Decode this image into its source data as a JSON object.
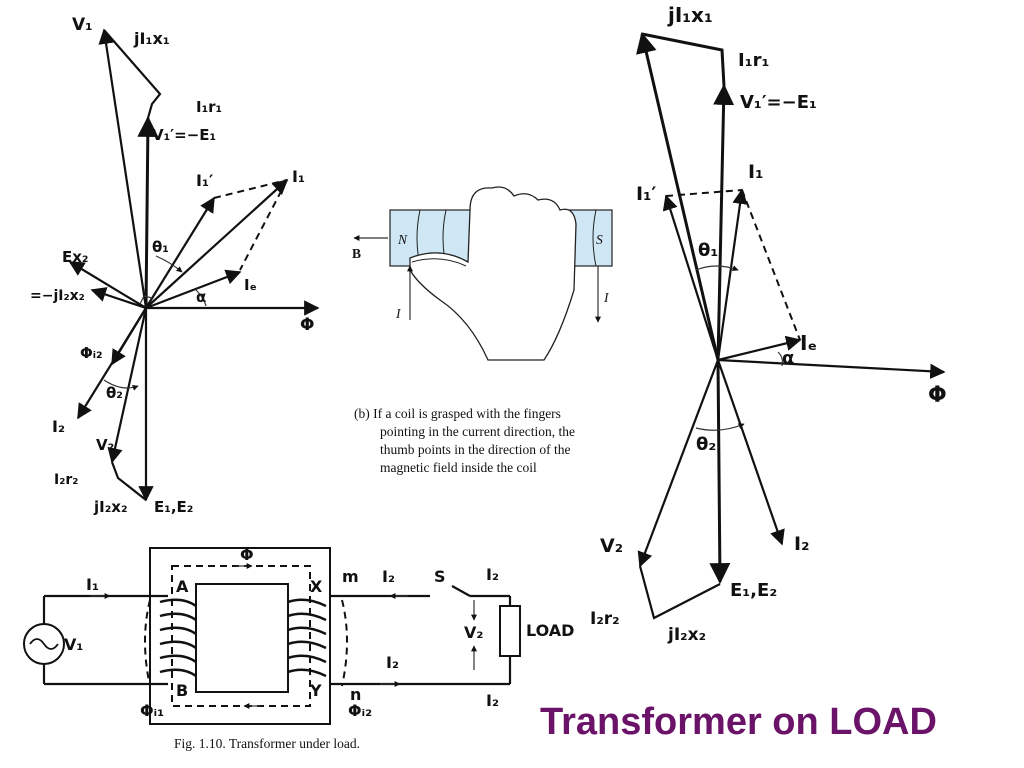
{
  "title": "Transformer on LOAD",
  "left_phasor": {
    "v1": "V₁",
    "jI1x1": "jI₁x₁",
    "I1r1": "I₁r₁",
    "v1p": "V₁′=−E₁",
    "I1p": "I₁′",
    "I1": "I₁",
    "theta1": "θ₁",
    "ex2": "Ex₂",
    "mjI2x2": "=−jI₂x₂",
    "alpha": "α",
    "Ie": "Iₑ",
    "phi": "Φ",
    "phiI2": "Φᵢ₂",
    "theta2": "θ₂",
    "I2": "I₂",
    "v2": "V₂",
    "I2r2": "I₂r₂",
    "jI2x2": "jI₂x₂",
    "E1E2": "E₁,E₂"
  },
  "right_phasor": {
    "jI1x1": "jI₁x₁",
    "I1r1": "I₁r₁",
    "v1p": "V₁′=−E₁",
    "I1": "I₁",
    "I1p": "I₁′",
    "theta1": "θ₁",
    "Ie": "Iₑ",
    "alpha": "α",
    "phi": "Φ",
    "theta2": "θ₂",
    "I2": "I₂",
    "v2": "V₂",
    "E1E2": "E₁,E₂",
    "I2r2": "I₂r₂",
    "jI2x2": "jI₂x₂"
  },
  "coil": {
    "n": "N",
    "s": "S",
    "b": "B",
    "i_left": "I",
    "i_right": "I",
    "caption_lines": [
      "(b) If a coil is grasped with the fingers",
      "pointing in the current direction, the",
      "thumb points in the direction of the",
      "magnetic field inside the coil"
    ]
  },
  "circuit": {
    "i1": "I₁",
    "phi": "Φ",
    "a": "A",
    "b": "B",
    "x": "X",
    "y": "Y",
    "m": "m",
    "n": "n",
    "s": "S",
    "i2_top": "I₂",
    "i2_right": "I₂",
    "i2_bottom": "I₂",
    "i2_bottom_right": "I₂",
    "v1": "V₁",
    "v2": "V₂",
    "load": "LOAD",
    "phiI1": "Φᵢ₁",
    "phiI2": "Φᵢ₂",
    "caption": "Fig. 1.10. Transformer under load."
  }
}
